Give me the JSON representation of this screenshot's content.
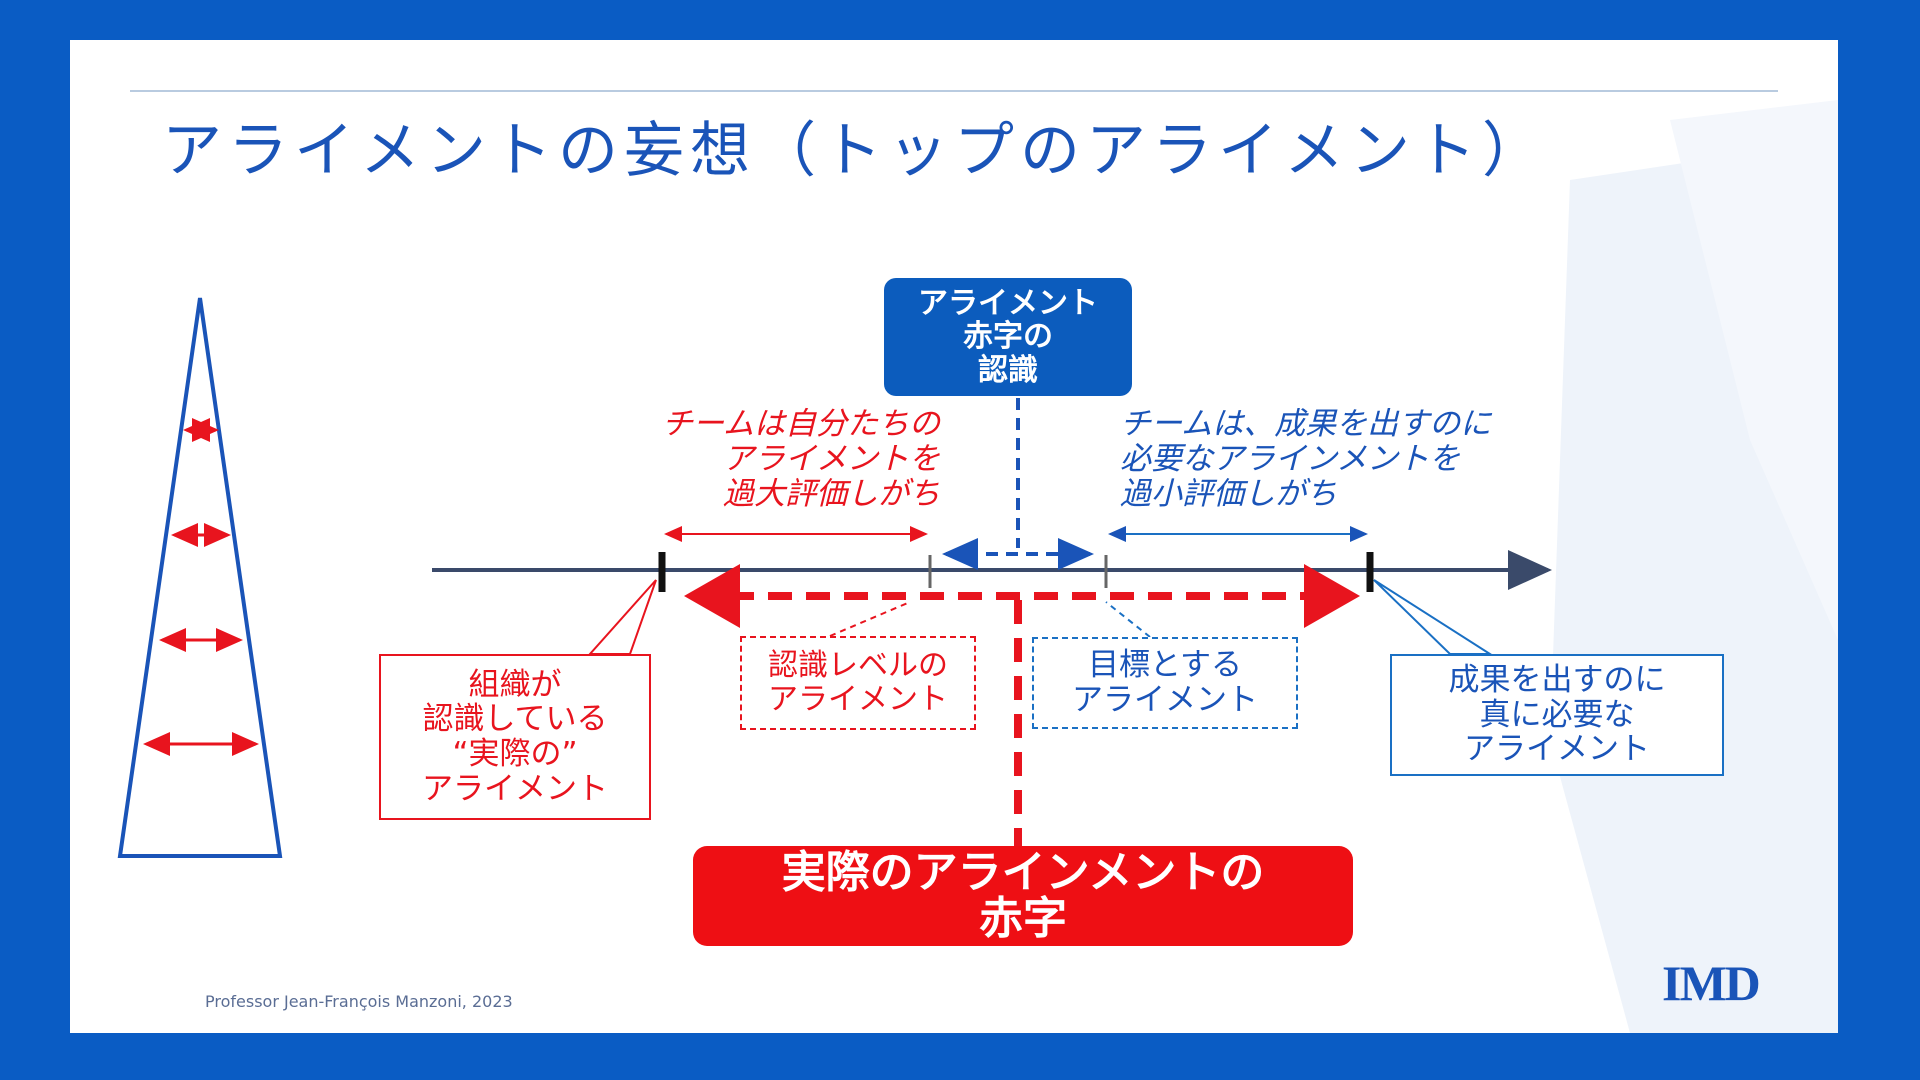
{
  "title": "アライメントの妄想（トップのアライメント）",
  "boxes": {
    "recognition": [
      "アライメント",
      "赤字の",
      "認識"
    ],
    "team_over": [
      "チームは自分たちの",
      "アライメントを",
      "過大評価しがち"
    ],
    "team_under": [
      "チームは、成果を出すのに",
      "必要なアラインメントを",
      "過小評価しがち"
    ],
    "org_actual": [
      "組織が",
      "認識している",
      "“実際の”",
      "アライメント"
    ],
    "perceived": [
      "認識レベルの",
      "アライメント"
    ],
    "target": [
      "目標とする",
      "アライメント"
    ],
    "needed": [
      "成果を出すのに",
      "真に必要な",
      "アライメント"
    ],
    "deficit": [
      "実際のアラインメントの",
      "赤字"
    ]
  },
  "footer": "Professor Jean-François Manzoni, 2023",
  "logo": "IMD",
  "colors": {
    "background": "#0a5cc4",
    "blue": "#1a54b8",
    "red": "#e8141e",
    "axis": "#3a4a6a"
  }
}
